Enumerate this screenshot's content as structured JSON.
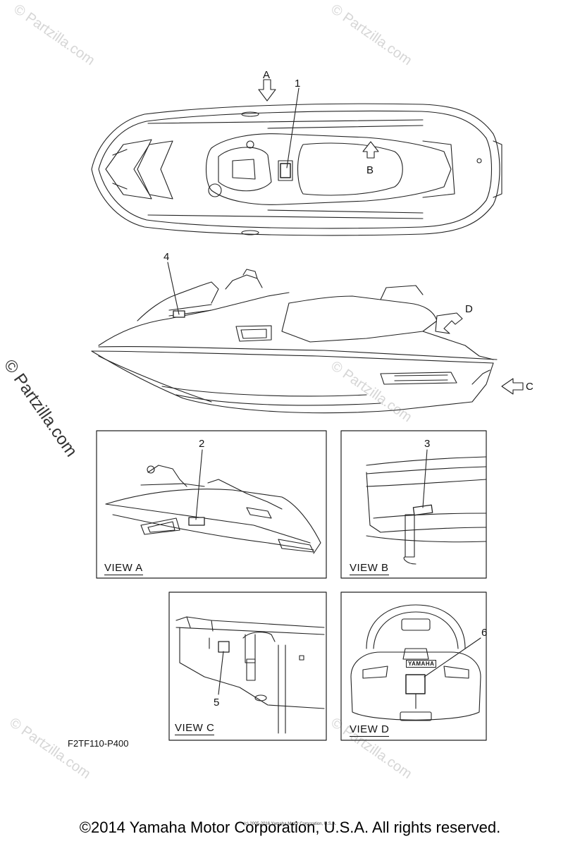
{
  "callouts": {
    "n1": "1",
    "n2": "2",
    "n3": "3",
    "n4": "4",
    "n5": "5",
    "n6": "6"
  },
  "arrows": {
    "a": "A",
    "b": "B",
    "c": "C",
    "d": "D"
  },
  "views": {
    "a": "VIEW A",
    "b": "VIEW B",
    "c": "VIEW C",
    "d": "VIEW D"
  },
  "part_code": "F2TF110-P400",
  "copyright": "©2014 Yamaha Motor Corporation, U.S.A. All rights reserved.",
  "fine_print": "(c) 2005-2016 Yamaha Motor Corporation, U.S.A.",
  "watermark": "© Partzilla.com",
  "logo_text": "YAMAHA"
}
